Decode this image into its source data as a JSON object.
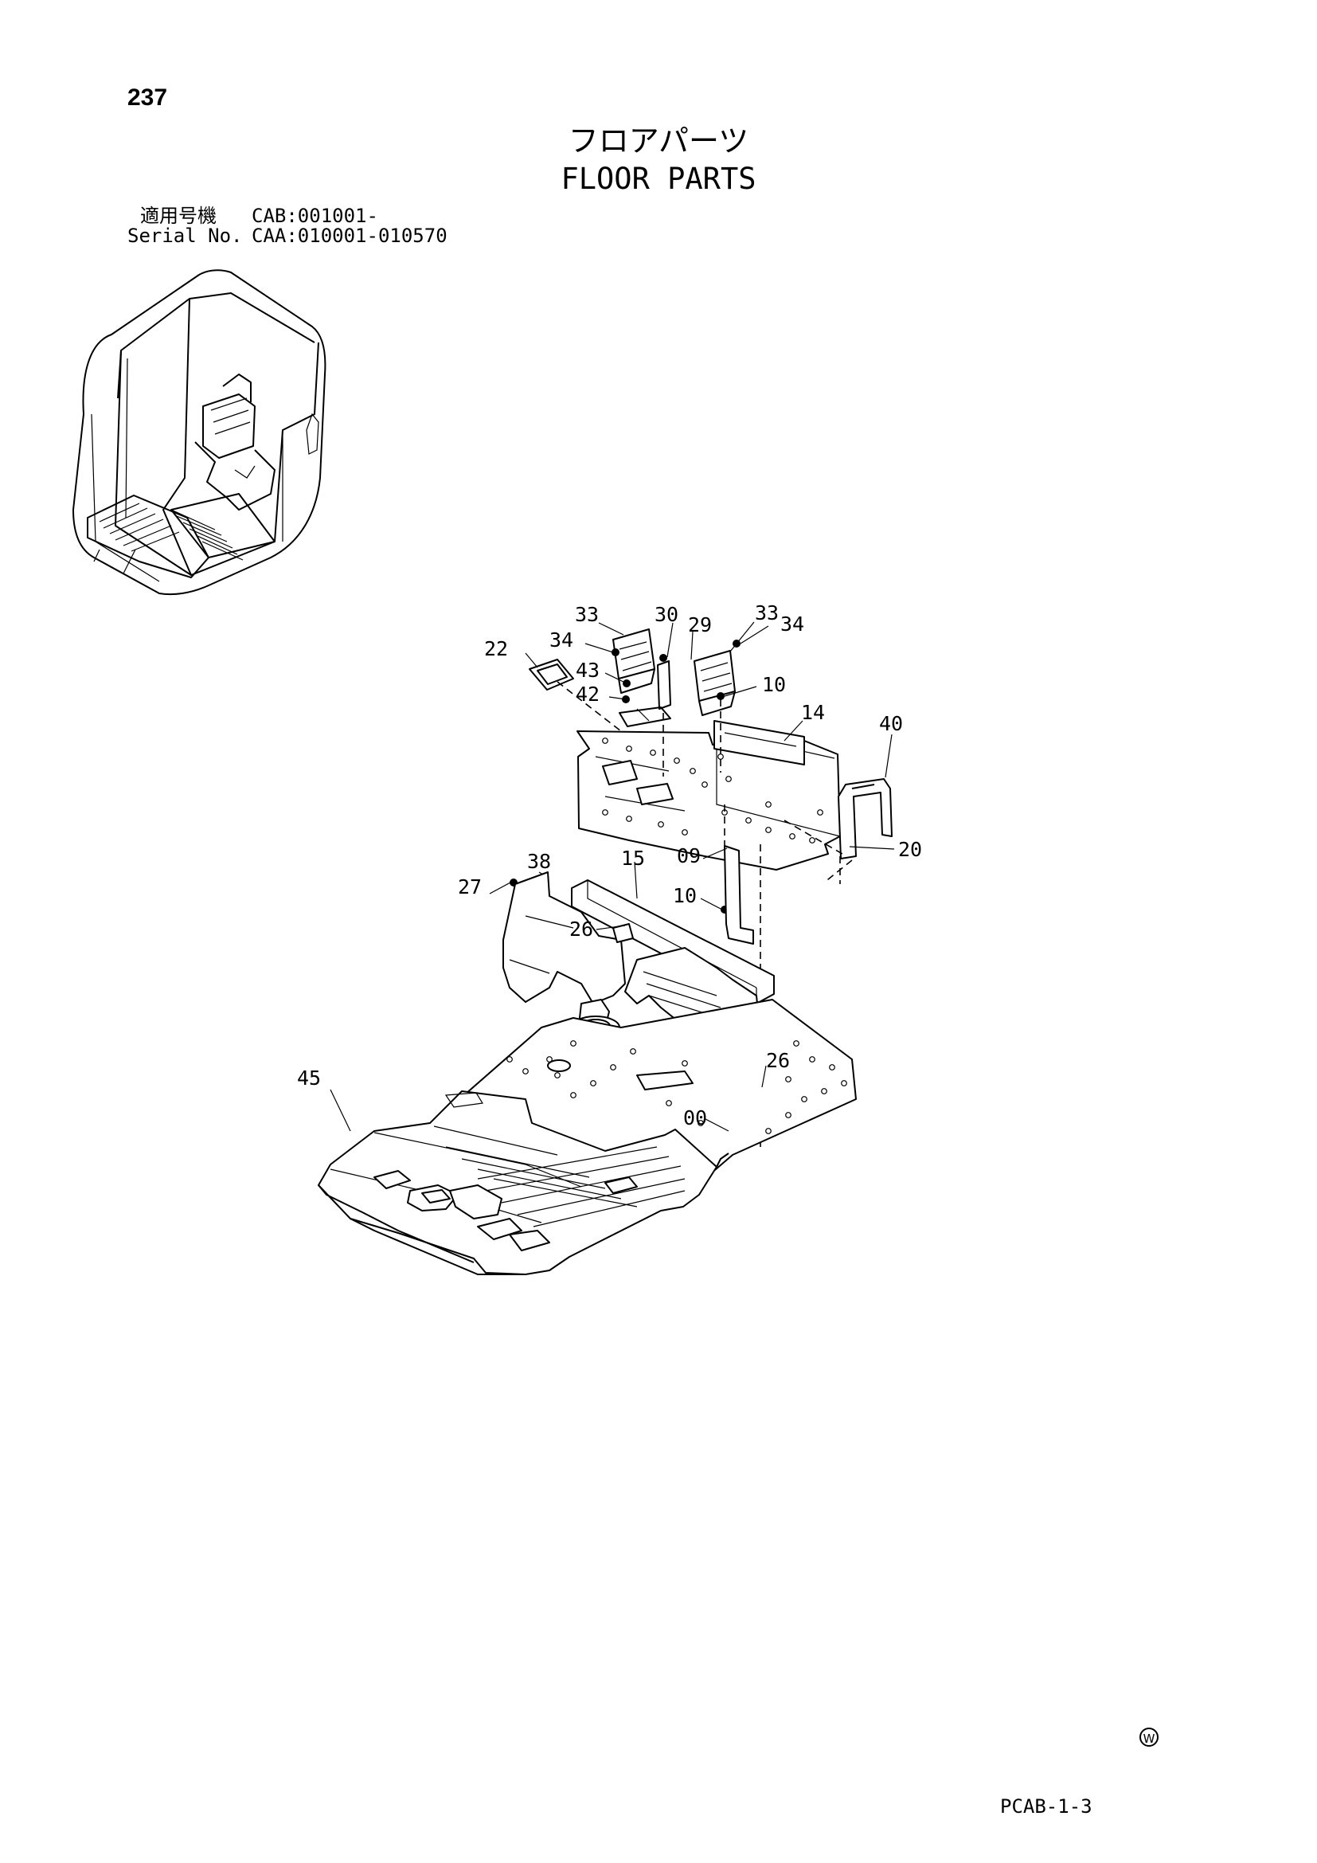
{
  "page": {
    "number": "237",
    "title_ja": "フロアパーツ",
    "title_en": "FLOOR PARTS",
    "code": "PCAB-1-3",
    "mark": "W"
  },
  "applicability": {
    "label_ja": "適用号機",
    "label_en": "Serial No.",
    "line1": "CAB:001001-",
    "line2": "CAA:010001-010570"
  },
  "callouts": [
    {
      "id": "c33a",
      "label": "33"
    },
    {
      "id": "c30",
      "label": "30"
    },
    {
      "id": "c29",
      "label": "29"
    },
    {
      "id": "c33b",
      "label": "33"
    },
    {
      "id": "c34a",
      "label": "34"
    },
    {
      "id": "c34b",
      "label": "34"
    },
    {
      "id": "c22",
      "label": "22"
    },
    {
      "id": "c43",
      "label": "43"
    },
    {
      "id": "c42",
      "label": "42"
    },
    {
      "id": "c10a",
      "label": "10"
    },
    {
      "id": "c14",
      "label": "14"
    },
    {
      "id": "c40",
      "label": "40"
    },
    {
      "id": "c20",
      "label": "20"
    },
    {
      "id": "c38",
      "label": "38"
    },
    {
      "id": "c15",
      "label": "15"
    },
    {
      "id": "c09",
      "label": "09"
    },
    {
      "id": "c27",
      "label": "27"
    },
    {
      "id": "c10b",
      "label": "10"
    },
    {
      "id": "c26a",
      "label": "26"
    },
    {
      "id": "c45",
      "label": "45"
    },
    {
      "id": "c26b",
      "label": "26"
    },
    {
      "id": "c00",
      "label": "00"
    }
  ]
}
